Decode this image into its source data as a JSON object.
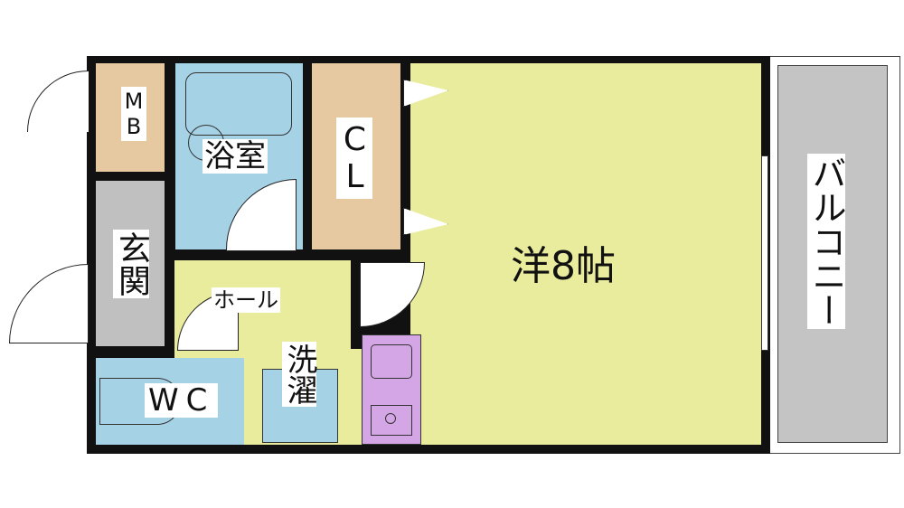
{
  "rooms": {
    "mb": "MB",
    "bath": "浴室",
    "closet": "CL",
    "western_room": "洋8帖",
    "balcony": "バルコニー",
    "entrance": "玄関",
    "hall": "ホール",
    "laundry": "洗濯",
    "toilet": "WC"
  },
  "colors": {
    "wall": "#111111",
    "storage": "#e6c9a0",
    "wet_area": "#a6d2e6",
    "living": "#e8ec9c",
    "entrance": "#c0c0c0",
    "kitchen": "#d4a6e6",
    "balcony": "#c4c4c4"
  }
}
